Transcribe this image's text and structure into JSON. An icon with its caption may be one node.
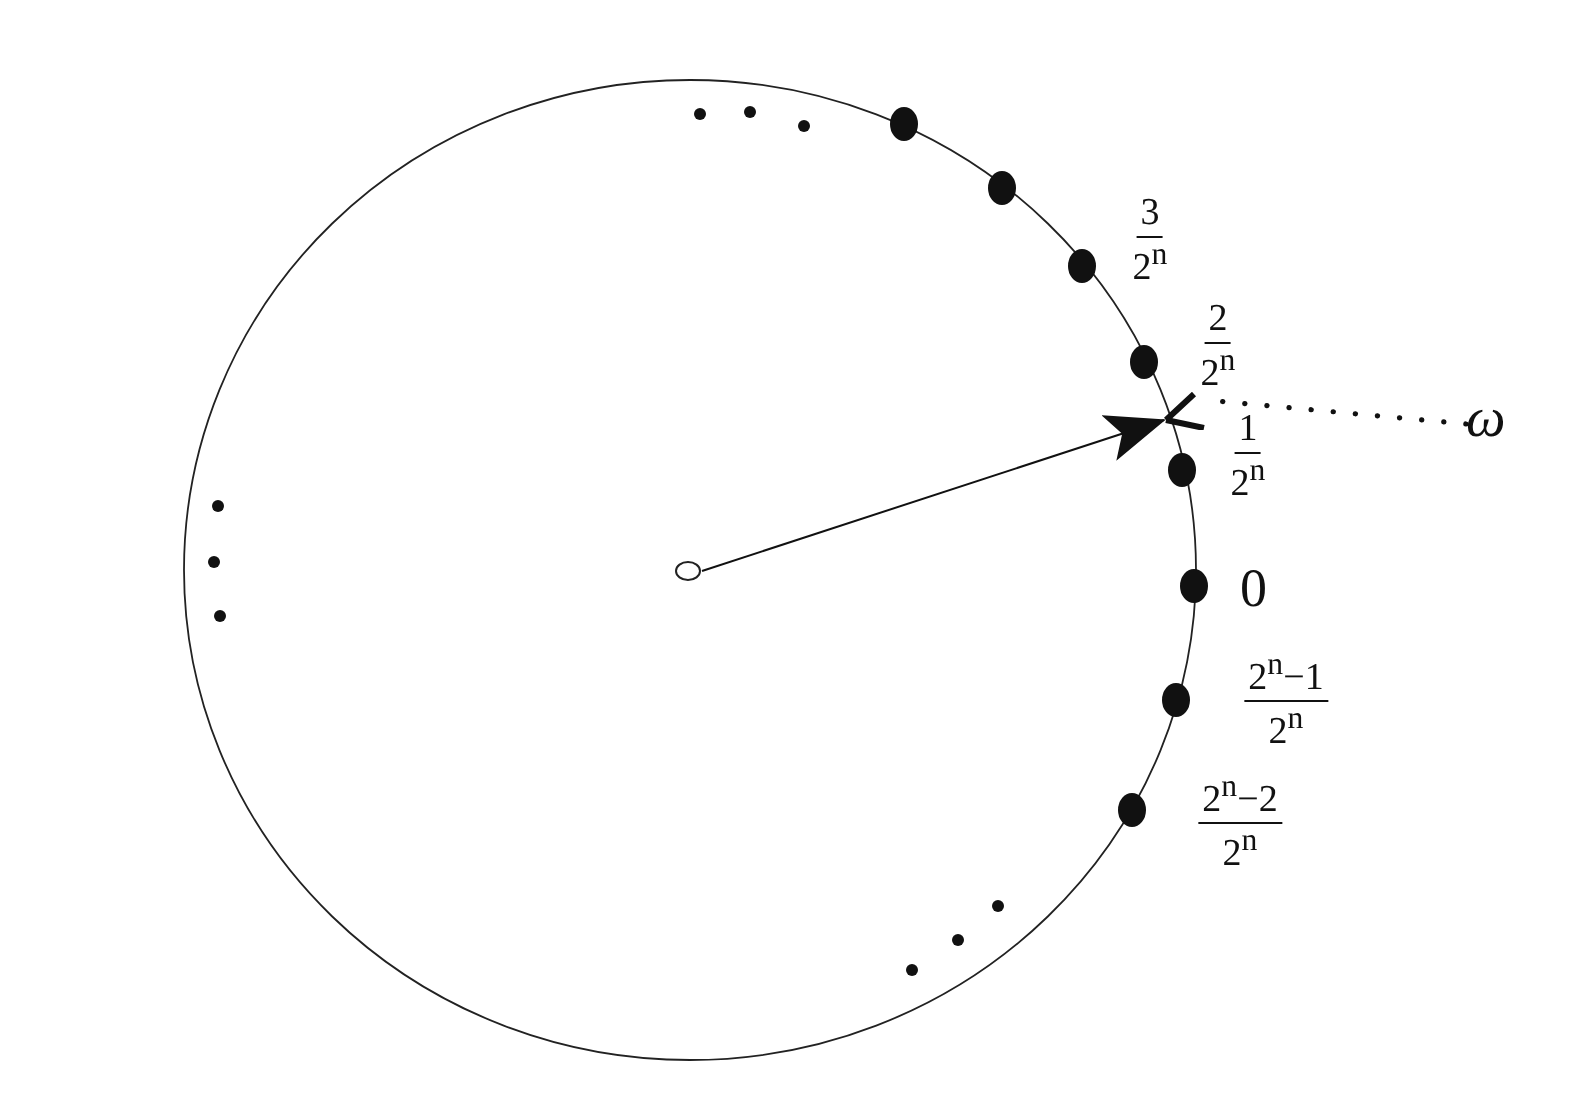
{
  "diagram": {
    "nodes": [
      {
        "text": [],
        "shape": "circle"
      },
      {
        "text": [],
        "shape": "angle"
      },
      {
        "text": [
          "ω"
        ]
      }
    ],
    "edges": [
      {
        "from": 0,
        "to": 1,
        "arrow": "to"
      },
      {
        "from": 2,
        "to": 1,
        "arrow": "none",
        "style": "dashed"
      }
    ],
    "labels": [
      "3",
      "2$^{n}$",
      "2",
      "2$^{n}$",
      "1",
      "2$^{n}$",
      "0",
      "2$^{n}$−1",
      "2$^{n}$",
      "2$^{n}$−2",
      "2$^{n}$"
    ]
  }
}
